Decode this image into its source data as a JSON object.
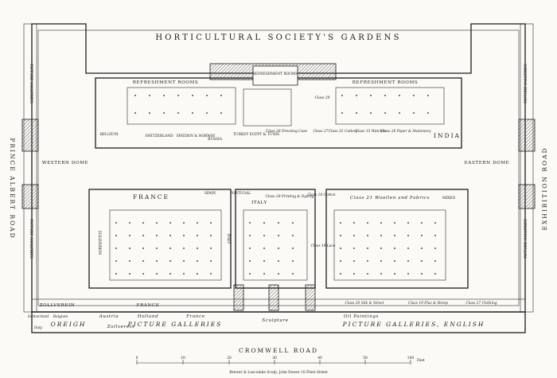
{
  "labels": {
    "gardens": "HORTICULTURAL SOCIETY'S GARDENS",
    "refreshment_center": "REFRESHMENT ROOMS",
    "refreshment_left": "REFRESHMENT ROOMS",
    "refreshment_right": "REFRESHMENT ROOMS",
    "western_dome": "WESTERN DOME",
    "eastern_dome": "EASTERN DOME",
    "prince_albert_road": "PRINCE ALBERT ROAD",
    "exhibition_road": "EXHIBITION ROAD",
    "cromwell_road": "CROMWELL ROAD",
    "picture_galleries_left_top": "PICTURE GALLERIES",
    "picture_galleries_left_bottom": "PICTURE GALLERIES",
    "picture_galleries_right_top": "PICTURE GALLERIES",
    "picture_galleries_right_bottom": "PICTURE GALLERIES",
    "picture_galleries_foreign": "PICTURE GALLERIES",
    "picture_galleries_english": "PICTURE GALLERIES, ENGLISH",
    "oreign": "OREIGH",
    "sculpture": "Sculpture",
    "oil_paintings": "Oil Paintings",
    "france_main": "FRANCE",
    "france_south": "FRANCE",
    "zollverein_south": "ZOLLVEREIN",
    "zollverein_west": "ZOLLVEREIN",
    "zollverein_small": "Zollverein",
    "belgium": "BELGIUM",
    "belgium_small": "Belgium",
    "switzerland": "SWITZERLAND",
    "russia": "RUSSIA",
    "turkey": "TURKEY EGYPT & TUNIS",
    "sweden": "SWEDEN & NORWAY",
    "india": "INDIA",
    "spain": "SPAIN",
    "portugal": "PORTUGAL",
    "italy_center": "ITALY",
    "italy_west": "ITALY",
    "italy_small": "Italy",
    "mixed": "MIXED",
    "austria": "Austria",
    "holland": "Holland",
    "france_small": "France",
    "switzerland_small": "Switzerland",
    "class_dressing": "Class 26 Dressing Case",
    "class_27": "Class 27",
    "class_29": "Class 29",
    "class_cutlery": "Class 32 Cutlery",
    "class_watches": "Class 15 Watches",
    "class_paper": "Class 28 Paper & Stationery",
    "class_printing": "Class 28 Printing & Dyeing",
    "class_cotton": "Class 18 Cotton",
    "class_lace": "Class 19 Lace",
    "class_silk": "Class 20 Silk & Velvet",
    "class_flax": "Class 19 Flax & Hemp",
    "class_clothing": "Class 27 Clothing",
    "class_woollen": "Class 21 Woollen and Fabrics",
    "scale_unit": "Feet",
    "scale_ticks": [
      "0",
      "10",
      "20",
      "30",
      "40",
      "50",
      "100"
    ],
    "credit": "Brewer & Luscombe Sculp. John Dower 10 Fleet Street"
  }
}
